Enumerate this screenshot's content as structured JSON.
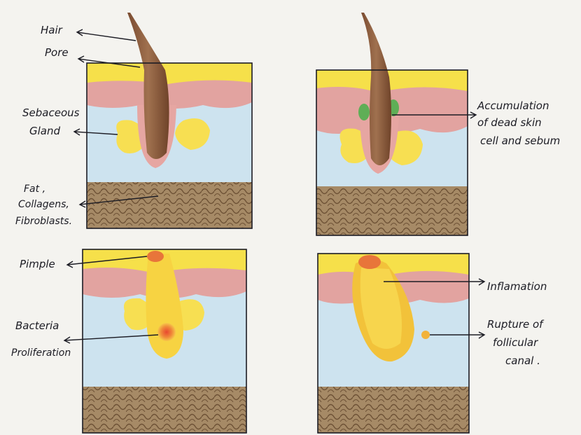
{
  "labels": {
    "hair": "Hair",
    "pore": "Pore",
    "sebaceous_1": "Sebaceous",
    "sebaceous_2": "Gland",
    "fat_1": "Fat ,",
    "fat_2": "Collagens,",
    "fat_3": "Fibroblasts.",
    "accum_1": "Accumulation",
    "accum_2": "of dead skin",
    "accum_3": "cell and sebum",
    "pimple": "Pimple",
    "bacteria_1": "Bacteria",
    "bacteria_2": "Proliferation",
    "inflamation": "Inflamation",
    "rupture_1": "Rupture of",
    "rupture_2": "follicular",
    "rupture_3": "canal ."
  },
  "colors": {
    "paper": "#f4f3ef",
    "epidermis_yellow": "#f6e04a",
    "dermis_pink": "#e2a3a0",
    "dermis_blue": "#cde3ef",
    "hair_brown": "#8a5a3c",
    "gland_yellow": "#f7df52",
    "fat_brown": "#8b6b4a",
    "blackhead_green": "#5fae56",
    "bacteria_red": "#e2553a",
    "ink": "#1c1c24"
  }
}
